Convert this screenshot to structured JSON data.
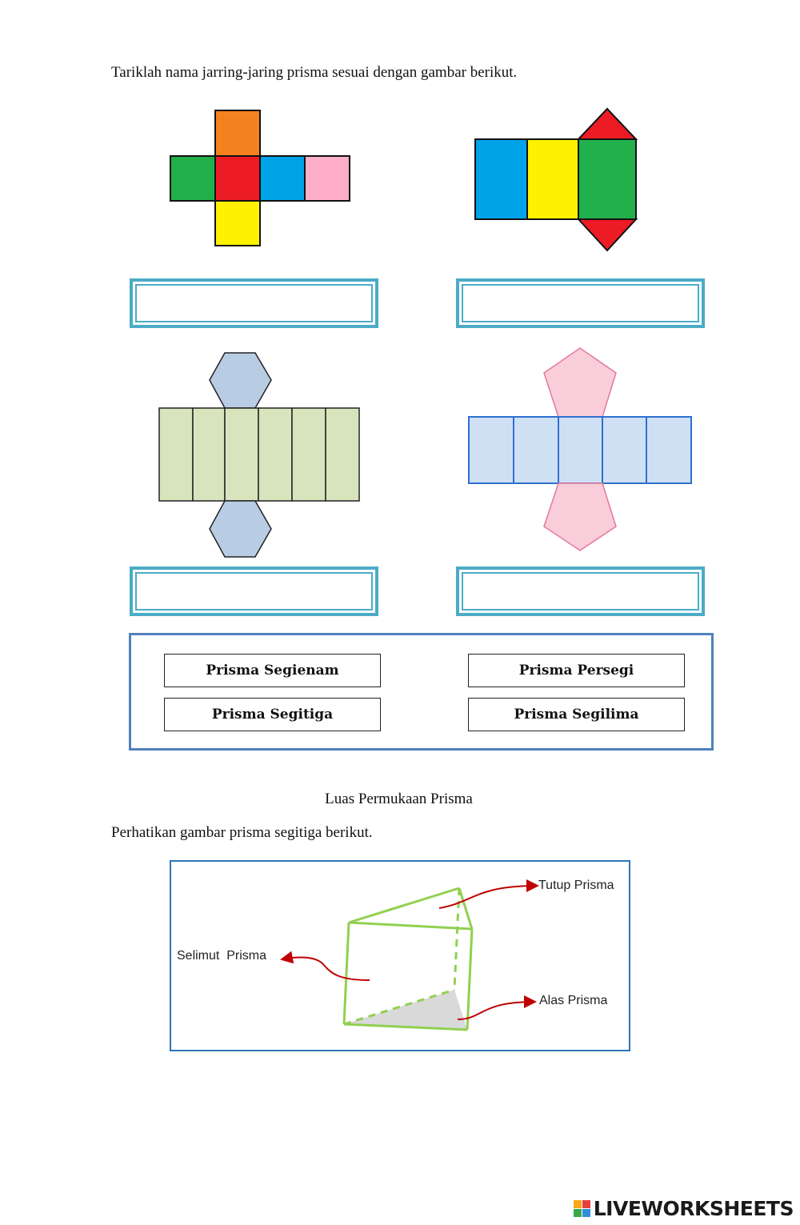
{
  "instruction": "Tariklah nama jarring-jaring prisma sesuai dengan gambar berikut.",
  "nets": [
    {
      "name": "cube-net",
      "colors": [
        "#f58220",
        "#22b04b",
        "#ed1c24",
        "#00a2e8",
        "#ffaec9",
        "#fff200"
      ]
    },
    {
      "name": "triangular-prism-net",
      "colors": [
        "#00a2e8",
        "#fff200",
        "#22b04b",
        "#ed1c24"
      ]
    },
    {
      "name": "hexagonal-prism-net",
      "colors": [
        "#d8e4bc",
        "#b8cce4"
      ]
    },
    {
      "name": "pentagonal-prism-net",
      "colors": [
        "#cfe0f5",
        "#f9cdd9",
        "#2e6fcf",
        "#e4789c"
      ]
    }
  ],
  "answer_bank": {
    "options": [
      "Prisma Segienam",
      "Prisma Persegi",
      "Prisma Segitiga",
      "Prisma Segilima"
    ]
  },
  "section_title": "Luas Permukaan Prisma",
  "prism_intro": "Perhatikan gambar prisma segitiga berikut.",
  "diagram": {
    "labels": {
      "tutup": "Tutup Prisma",
      "selimut": "Selimut  Prisma",
      "alas": "Alas Prisma"
    },
    "colors": {
      "edge": "#92d050",
      "arrow": "#c00000",
      "base_fill": "#d9d9d9"
    }
  },
  "brand": {
    "text": "LIVEWORKSHEETS"
  }
}
